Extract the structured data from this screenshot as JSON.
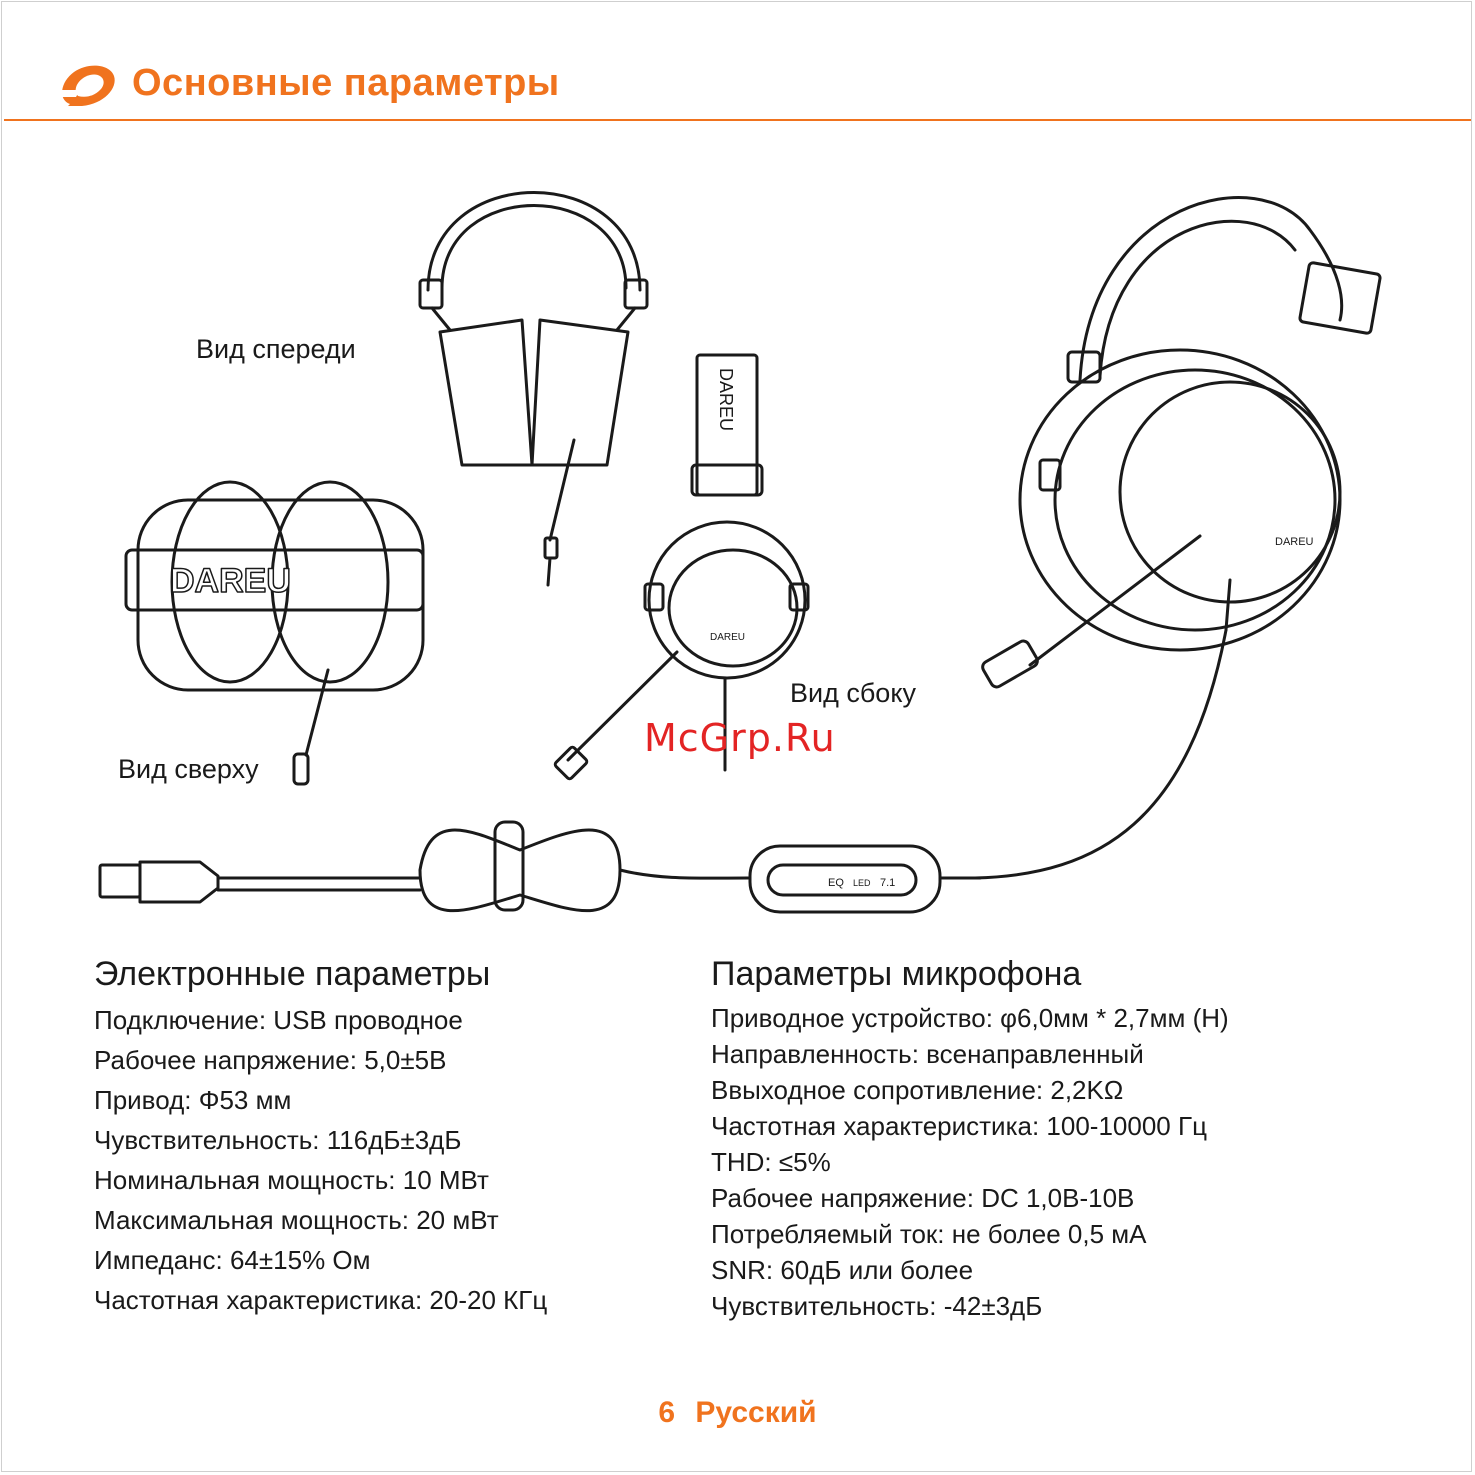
{
  "header": {
    "title": "Основные параметры",
    "brand_color": "#f0731e"
  },
  "illustration": {
    "label_front": "Вид спереди",
    "label_side": "Вид сбоку",
    "label_top": "Вид сверху",
    "brand_print": "DAREU",
    "remote_buttons": [
      "EQ",
      "LED",
      "7.1"
    ],
    "watermark": "McGrp.Ru"
  },
  "electronic": {
    "heading": "Электронные параметры",
    "lines": [
      "Подключение: USB проводное",
      "Рабочее напряжение: 5,0±5В",
      "Привод: Φ53 мм",
      "Чувствительность: 116дБ±3дБ",
      "Номинальная мощность: 10 МВт",
      "Максимальная мощность: 20 мВт",
      "Импеданс: 64±15% Ом",
      "Частотная характеристика: 20-20 КГц"
    ]
  },
  "microphone": {
    "heading": "Параметры микрофона",
    "lines": [
      "Приводное устройство: φ6,0мм * 2,7мм (H)",
      "Направленность: всенаправленный",
      "Ввыходное сопротивление: 2,2KΩ",
      "Частотная характеристика: 100-10000 Гц",
      "THD: ≤5%",
      "Рабочее напряжение: DC 1,0В-10В",
      "Потребляемый ток: не более 0,5 мА",
      "SNR: 60дБ или более",
      "Чувствительность: -42±3дБ"
    ]
  },
  "footer": {
    "page_number": "6",
    "language": "Русский"
  }
}
